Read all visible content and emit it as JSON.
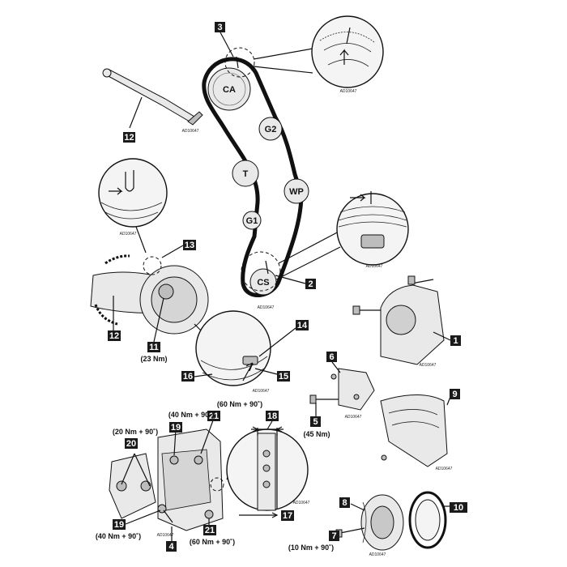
{
  "pulleys": {
    "ca": "CA",
    "g2": "G2",
    "t": "T",
    "wp": "WP",
    "g1": "G1",
    "cs": "CS"
  },
  "callouts": {
    "c1": "1",
    "c2": "2",
    "c3": "3",
    "c4": "4",
    "c5": "5",
    "c6": "6",
    "c7": "7",
    "c8": "8",
    "c9": "9",
    "c10": "10",
    "c11": "11",
    "c12a": "12",
    "c12b": "12",
    "c13": "13",
    "c14": "14",
    "c15": "15",
    "c16": "16",
    "c17": "17",
    "c18": "18",
    "c19a": "19",
    "c19b": "19",
    "c20": "20",
    "c21a": "21",
    "c21b": "21"
  },
  "torques": {
    "t11": "(23 Nm)",
    "t5": "(45 Nm)",
    "t7": "(10 Nm + 90˚)",
    "t19a": "(40 Nm + 90˚)",
    "t19b": "(40 Nm + 90˚)",
    "t20": "(20 Nm + 90˚)",
    "t21a": "(60 Nm + 90˚)",
    "t21b": "(60 Nm + 90˚)"
  },
  "refs": {
    "r1": "AD10647",
    "r2": "AD10647",
    "r3": "AD10647",
    "r4": "AD10647",
    "r5": "AD10647",
    "r6": "AD10647",
    "r7": "AD10647",
    "r8": "AD10647",
    "r9": "AD10647",
    "r10": "AD10647",
    "r11": "AD10647",
    "r12": "AD10647"
  }
}
